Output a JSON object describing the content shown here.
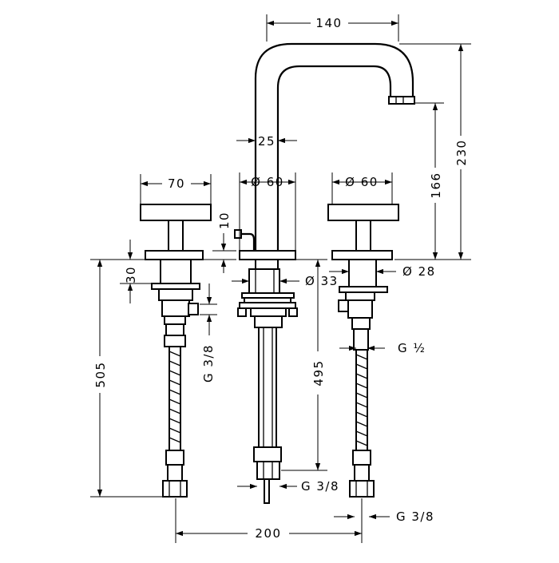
{
  "dimensions": {
    "spout_reach": "140",
    "spout_height": "230",
    "outlet_height": "166",
    "spout_diameter": "25",
    "spout_base_dia": "Ø 60",
    "right_base_dia": "Ø 60",
    "handle_width": "70",
    "handle_gap": "10",
    "rosette_height": "30",
    "shank_dia": "Ø 33",
    "valve_dia": "Ø 28",
    "left_thread": "G 3/8",
    "right_thread": "G ½",
    "left_length": "505",
    "center_length": "495",
    "center_thread": "G 3/8",
    "right_bottom_thread": "G 3/8",
    "spacing": "200"
  }
}
